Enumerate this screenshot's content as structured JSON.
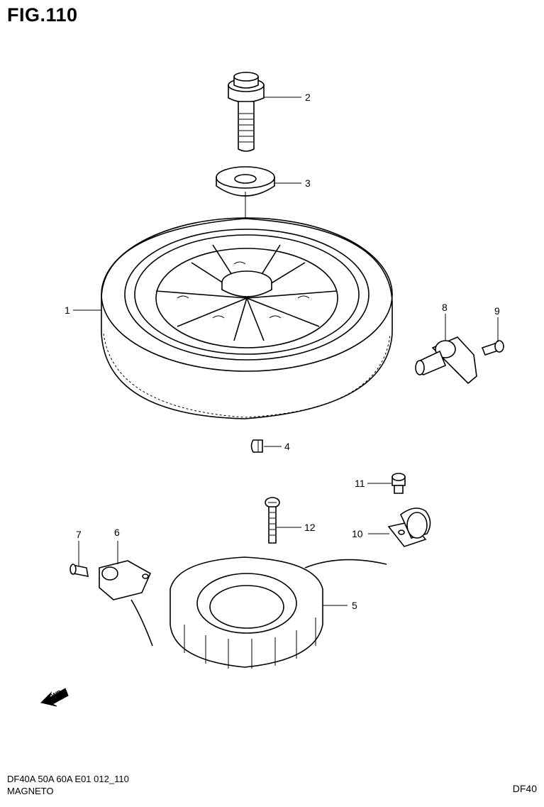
{
  "figure": {
    "title": "FIG.110"
  },
  "callouts": [
    {
      "id": "1",
      "label": "1"
    },
    {
      "id": "2",
      "label": "2"
    },
    {
      "id": "3",
      "label": "3"
    },
    {
      "id": "4",
      "label": "4"
    },
    {
      "id": "5",
      "label": "5"
    },
    {
      "id": "6",
      "label": "6"
    },
    {
      "id": "7",
      "label": "7"
    },
    {
      "id": "8",
      "label": "8"
    },
    {
      "id": "9",
      "label": "9"
    },
    {
      "id": "10",
      "label": "10"
    },
    {
      "id": "11",
      "label": "11"
    },
    {
      "id": "12",
      "label": "12"
    }
  ],
  "fwd_arrow": {
    "label": "FWD"
  },
  "footer": {
    "model_code": "DF40A 50A 60A E01 012_110",
    "section": "MAGNETO",
    "page_code": "DF40"
  }
}
